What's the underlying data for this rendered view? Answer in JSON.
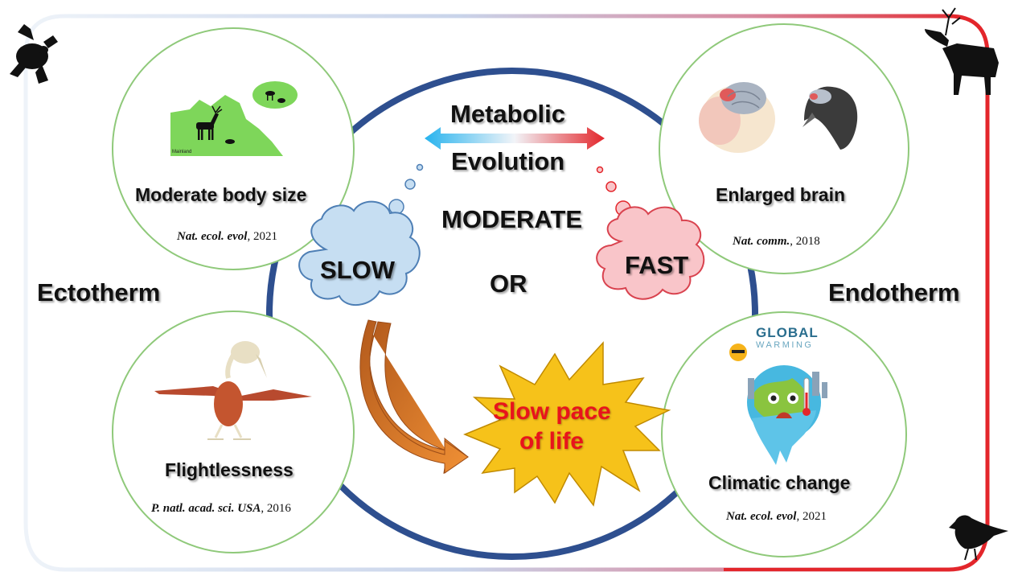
{
  "sides": {
    "left": "Ectotherm",
    "right": "Endotherm"
  },
  "center": {
    "metabolic": "Metabolic",
    "evolution": "Evolution",
    "moderate": "MODERATE",
    "or": "OR",
    "slow": "SLOW",
    "fast": "FAST",
    "star_line1": "Slow pace",
    "star_line2": "of life"
  },
  "circles": {
    "top_left": {
      "title": "Moderate body size",
      "journal": "Nat. ecol. evol",
      "year": ", 2021",
      "inset_label": "Mainland"
    },
    "top_right": {
      "title": "Enlarged brain",
      "journal": "Nat. comm.",
      "year": ", 2018"
    },
    "bottom_left": {
      "title": "Flightlessness",
      "journal": "P. natl. acad. sci. USA",
      "year": ", 2016"
    },
    "bottom_right": {
      "title": "Climatic change",
      "journal": "Nat. ecol. evol",
      "year": ", 2021",
      "logo_line1": "GLOBAL",
      "logo_line2": "WARMING"
    }
  },
  "colors": {
    "frame_left": "#dfe7f2",
    "frame_right": "#e3262b",
    "big_circle": "#2e4f8f",
    "small_circle": "#8fc97a",
    "slow_cloud": "#c6def2",
    "fast_cloud": "#f9c5c9",
    "star_fill": "#f6c21a",
    "star_text": "#e8141c",
    "arrow": "#e07a2c"
  },
  "icons": [
    "frog-silhouette",
    "deer-silhouette",
    "bird-silhouette",
    "brain-monkey-icon",
    "brain-bird-icon",
    "skeleton-bird-icon",
    "global-warming-earth-icon",
    "island-map-icon"
  ]
}
